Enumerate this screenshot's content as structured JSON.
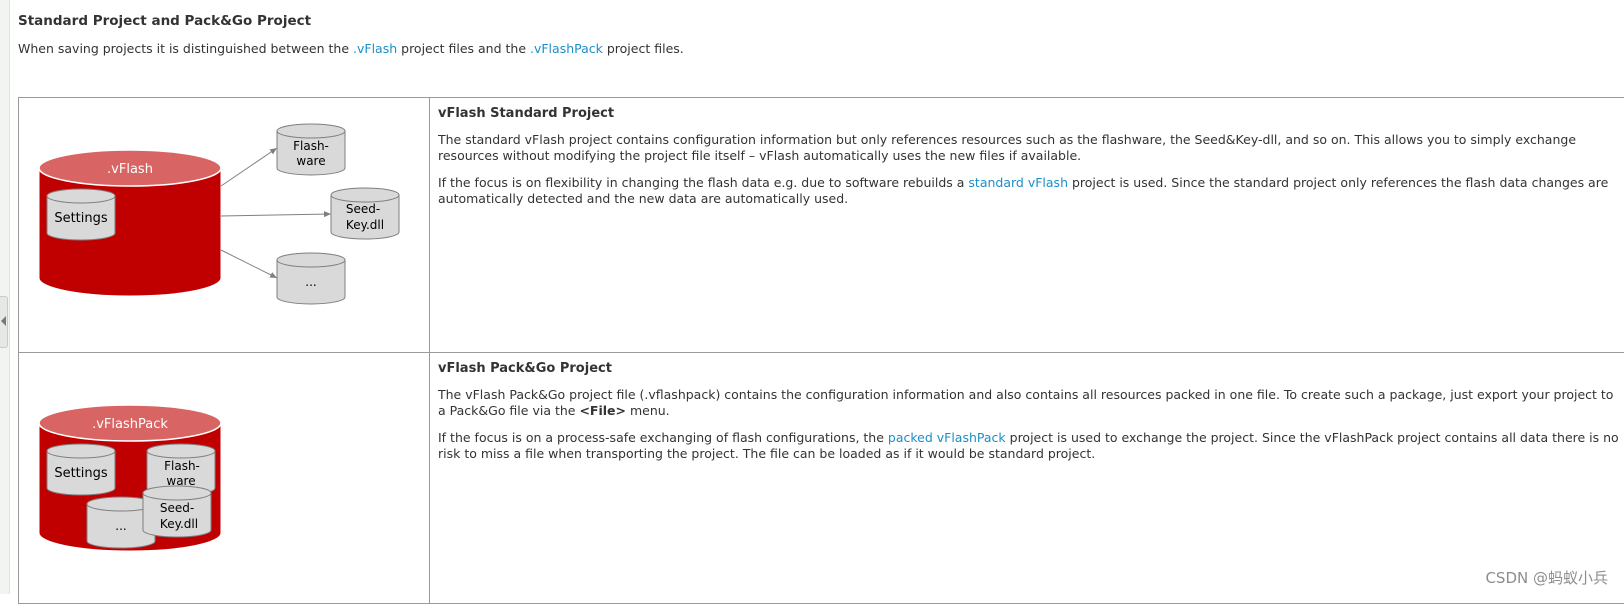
{
  "header": {
    "title": "Standard Project and Pack&Go Project",
    "intro_before": "When saving projects it is distinguished between the ",
    "intro_link1": ".vFlash",
    "intro_middle": " project files and the ",
    "intro_link2": ".vFlashPack",
    "intro_after": " project files."
  },
  "standard": {
    "diagram": {
      "main_label": ".vFlash",
      "settings": "Settings",
      "flashware_1": "Flash-",
      "flashware_2": "ware",
      "seedkey_1": "Seed-",
      "seedkey_2": "Key.dll",
      "more": "..."
    },
    "heading": "vFlash Standard Project",
    "para1": "The standard vFlash project contains configuration information but only references resources such as the flashware, the Seed&Key-dll, and so on. This allows you to simply exchange resources without modifying the project file itself – vFlash automatically uses the new files if available.",
    "para2_before": "If the focus is on flexibility in changing the flash data e.g. due to software rebuilds a ",
    "para2_link": "standard vFlash",
    "para2_after": " project is used. Since the standard project only references the flash data changes are automatically detected and the new data are automatically used."
  },
  "packgo": {
    "diagram": {
      "main_label": ".vFlashPack",
      "settings": "Settings",
      "flashware_1": "Flash-",
      "flashware_2": "ware",
      "seedkey_1": "Seed-",
      "seedkey_2": "Key.dll",
      "more": "..."
    },
    "heading": "vFlash Pack&Go Project",
    "para1_before": "The vFlash Pack&Go project file (.vflashpack) contains the configuration information and also contains all resources packed in one file. To create such a package, just export your project to a Pack&Go file via the ",
    "para1_bold": "<File>",
    "para1_after": " menu.",
    "para2_before": "If the focus is on a process-safe exchanging of flash configurations, the ",
    "para2_link": "packed vFlashPack",
    "para2_after": " project is used to exchange the project. Since the vFlashPack project contains all data there is no risk to miss a file when transporting the project. The file can be loaded as if it would be standard project."
  },
  "watermark": "CSDN @蚂蚁小兵",
  "colors": {
    "link": "#1a8fc9",
    "cylinder_red": "#c00000",
    "cylinder_top": "#d96464",
    "small_cylinder": "#d9d9d9"
  }
}
